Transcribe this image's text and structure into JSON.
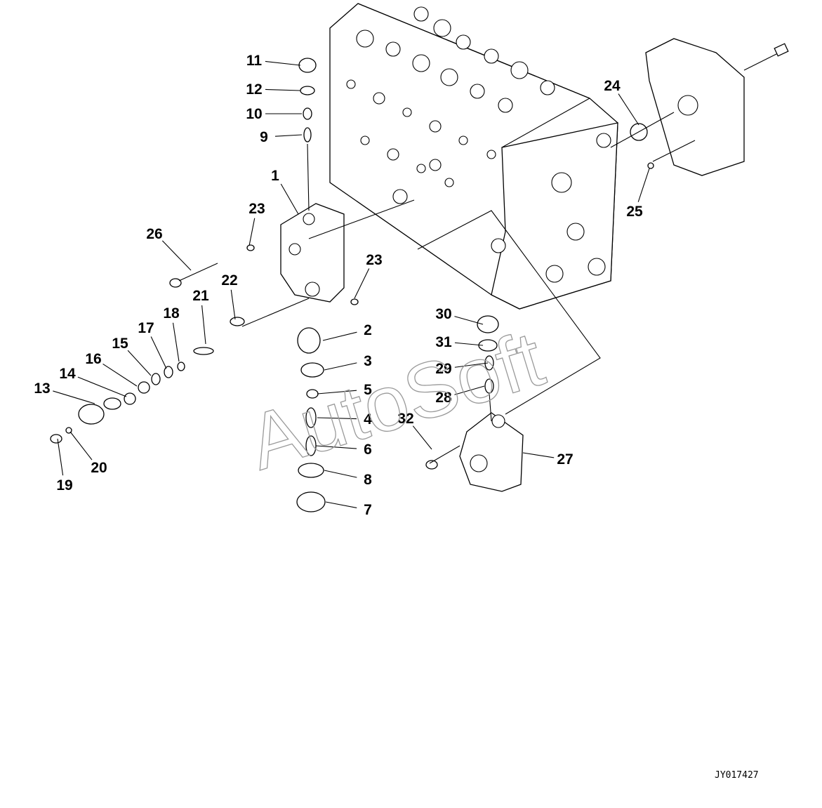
{
  "diagram": {
    "drawing_code": "JY017427",
    "watermark": "AutoSoft",
    "callouts": [
      "11",
      "12",
      "10",
      "9",
      "1",
      "23",
      "26",
      "21",
      "22",
      "18",
      "17",
      "15",
      "16",
      "14",
      "13",
      "20",
      "19",
      "23",
      "2",
      "3",
      "5",
      "4",
      "6",
      "8",
      "7",
      "30",
      "31",
      "29",
      "28",
      "32",
      "27",
      "24",
      "25"
    ]
  }
}
